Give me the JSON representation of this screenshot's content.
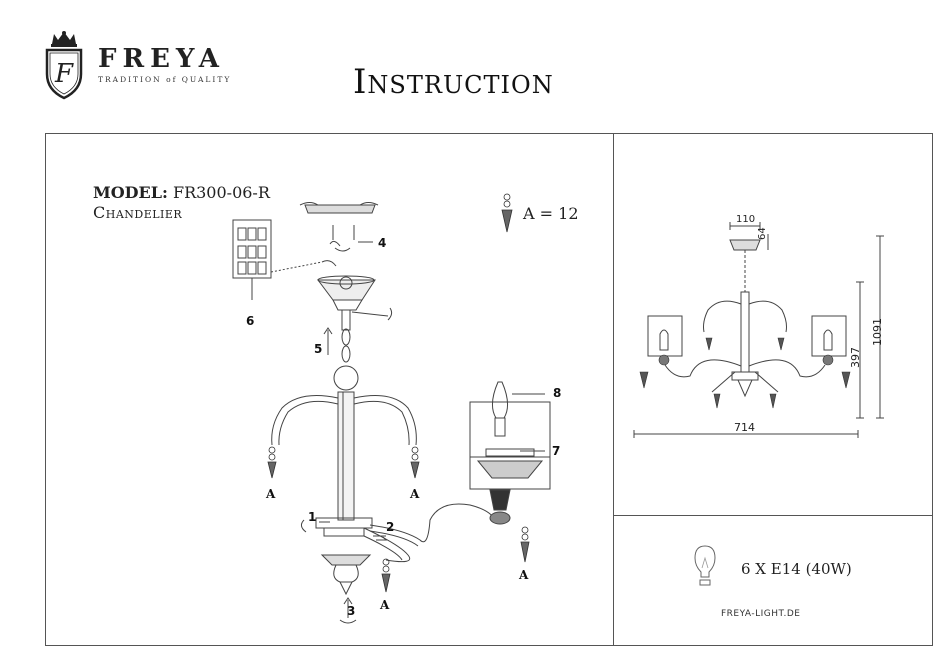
{
  "brand": {
    "name": "FREYA",
    "tagline": "TRADITION of QUALITY",
    "logo_letter": "F"
  },
  "document": {
    "title": "Instruction",
    "model_label": "MODEL:",
    "model_code": "FR300-06-R",
    "product_type": "Chandelier"
  },
  "parts": {
    "crystal_label": "A",
    "crystal_quantity": "A = 12",
    "step_numbers": [
      "1",
      "2",
      "3",
      "4",
      "5",
      "6",
      "7",
      "8"
    ]
  },
  "dimensions": {
    "canopy_width": "110",
    "canopy_height": "64",
    "total_height": "1091",
    "body_height": "397",
    "diameter": "714"
  },
  "bulb": {
    "spec": "6 X E14 (40W)"
  },
  "website": "FREYA-LIGHT.DE",
  "colors": {
    "line": "#555555",
    "text": "#222222"
  }
}
